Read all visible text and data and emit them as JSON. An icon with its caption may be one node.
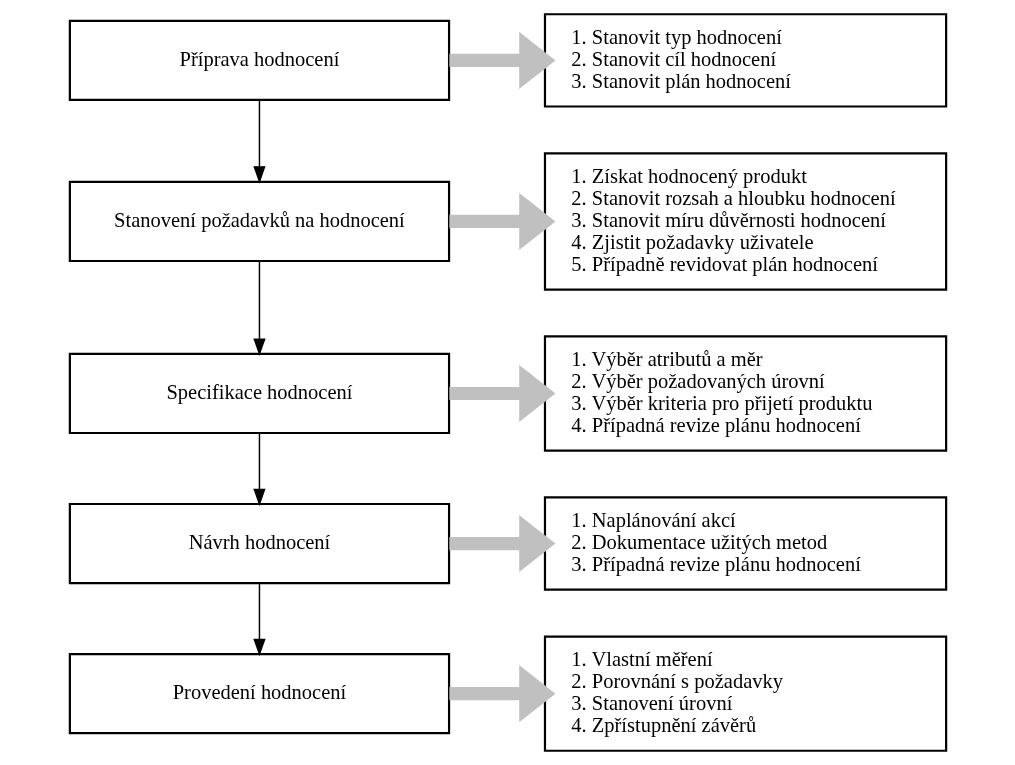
{
  "diagram": {
    "nodes": [
      {
        "text": [
          "Příprava hodnocení"
        ]
      },
      {
        "text": [
          "1. Stanovit typ hodnocení",
          "2. Stanovit cíl hodnocení",
          "3. Stanovit plán hodnocení"
        ]
      },
      {
        "text": [
          "Stanovení požadavků na hodnocení"
        ]
      },
      {
        "text": [
          "1. Získat hodnocený produkt",
          "2. Stanovit rozsah a hloubku hodnocení",
          "3. Stanovit míru důvěrnosti hodnocení",
          "4. Zjistit požadavky uživatele",
          "5. Případně revidovat plán hodnocení"
        ]
      },
      {
        "text": [
          "Specifikace hodnocení"
        ]
      },
      {
        "text": [
          "1. Výběr atributů a měr",
          "2. Výběr požadovaných úrovní",
          "3. Výběr kriteria pro přijetí produktu",
          "4. Případná revize plánu hodnocení"
        ]
      },
      {
        "text": [
          "Návrh hodnocení"
        ]
      },
      {
        "text": [
          "1. Naplánování akcí",
          "2. Dokumentace užitých metod",
          "3. Případná revize plánu hodnocení"
        ]
      },
      {
        "text": [
          "Provedení hodnocení"
        ]
      },
      {
        "text": [
          "1. Vlastní měření",
          "2. Porovnání s požadavky",
          "3. Stanovení úrovní",
          "4. Zpřístupnění závěrů"
        ]
      }
    ],
    "edges": [
      {
        "from": 0,
        "to": 1,
        "arrow": "to"
      },
      {
        "from": 0,
        "to": 2,
        "arrow": "to",
        "color": "#000000"
      },
      {
        "from": 2,
        "to": 3,
        "arrow": "to"
      },
      {
        "from": 2,
        "to": 4,
        "arrow": "to",
        "color": "#000000"
      },
      {
        "from": 4,
        "to": 5,
        "arrow": "to"
      },
      {
        "from": 4,
        "to": 6,
        "arrow": "to",
        "color": "#000000"
      },
      {
        "from": 6,
        "to": 7,
        "arrow": "to"
      },
      {
        "from": 6,
        "to": 8,
        "arrow": "to",
        "color": "#000000"
      },
      {
        "from": 8,
        "to": 9,
        "arrow": "to"
      }
    ]
  }
}
